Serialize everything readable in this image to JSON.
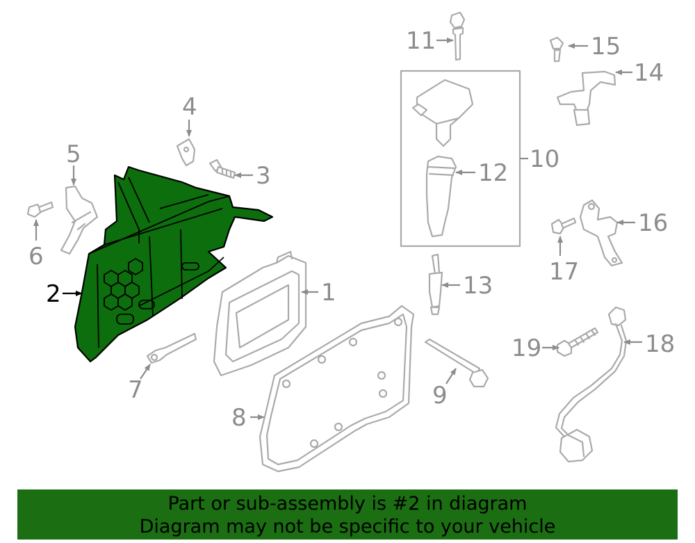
{
  "callouts": {
    "c1": "1",
    "c2": "2",
    "c3": "3",
    "c4": "4",
    "c5": "5",
    "c6": "6",
    "c7": "7",
    "c8": "8",
    "c9": "9",
    "c10": "10",
    "c11": "11",
    "c12": "12",
    "c13": "13",
    "c14": "14",
    "c15": "15",
    "c16": "16",
    "c17": "17",
    "c18": "18",
    "c19": "19"
  },
  "selected_part": "2",
  "banner": {
    "line1": "Part or sub-assembly is #2 in diagram",
    "line2": "Diagram may not be specific to your vehicle"
  },
  "colors": {
    "highlight": "#0d6e0d",
    "banner_bg": "#1b6e12",
    "part_outline": "#aaaaaa",
    "callout_text": "#8c8c8c"
  }
}
